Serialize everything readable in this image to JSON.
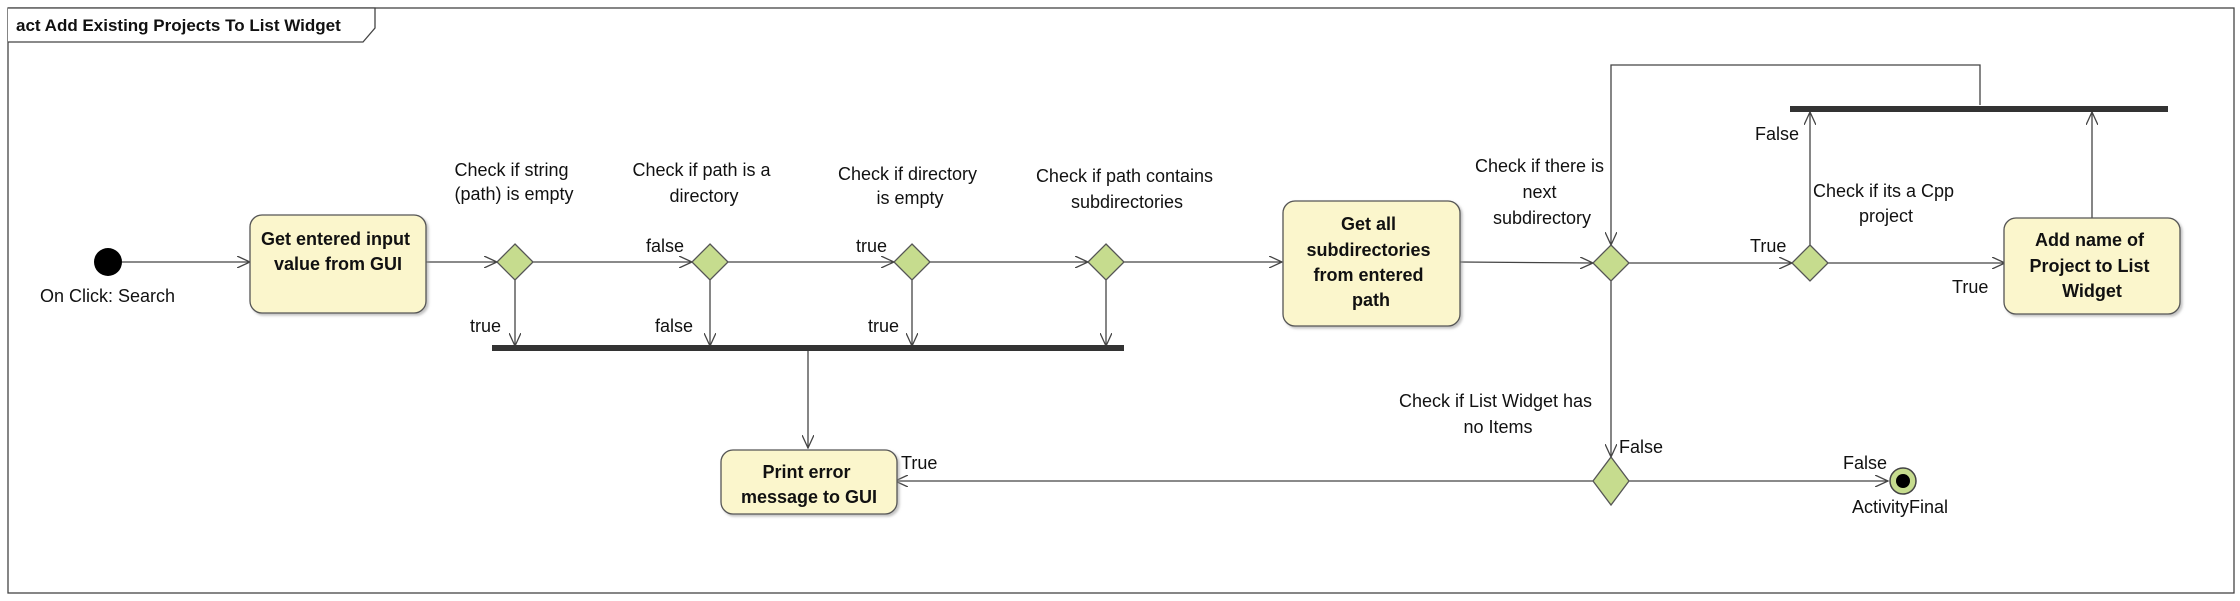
{
  "diagram": {
    "title": "act Add Existing Projects To List Widget",
    "initial_label": "On Click: Search",
    "final_label": "ActivityFinal",
    "actions": {
      "get_input": [
        "Get entered input",
        "value from GUI"
      ],
      "get_subdirs": [
        "Get all",
        "subdirectories",
        "from entered",
        "path"
      ],
      "add_name": [
        "Add name of",
        "Project to List",
        "Widget"
      ],
      "print_error": [
        "Print error",
        "message to GUI"
      ]
    },
    "decisions": {
      "string_empty": [
        "Check if string",
        "(path) is empty"
      ],
      "is_directory": [
        "Check if path is a",
        "directory"
      ],
      "dir_empty": [
        "Check if directory",
        "is empty"
      ],
      "contains_subdirs": [
        "Check if path contains",
        "subdirectories"
      ],
      "next_subdir": [
        "Check if there is",
        "next",
        "subdirectory"
      ],
      "is_cpp": [
        "Check if its a Cpp",
        "project"
      ],
      "list_empty": [
        "Check if List Widget has",
        "no Items"
      ]
    },
    "guards": {
      "string_empty_false": "false",
      "string_empty_true": "true",
      "is_directory_false": "false",
      "is_directory_true": "true",
      "dir_empty_true": "true",
      "next_subdir_true": "True",
      "next_subdir_false": "False",
      "is_cpp_false": "False",
      "is_cpp_true": "True",
      "list_empty_true": "True",
      "list_empty_false": "False"
    }
  }
}
